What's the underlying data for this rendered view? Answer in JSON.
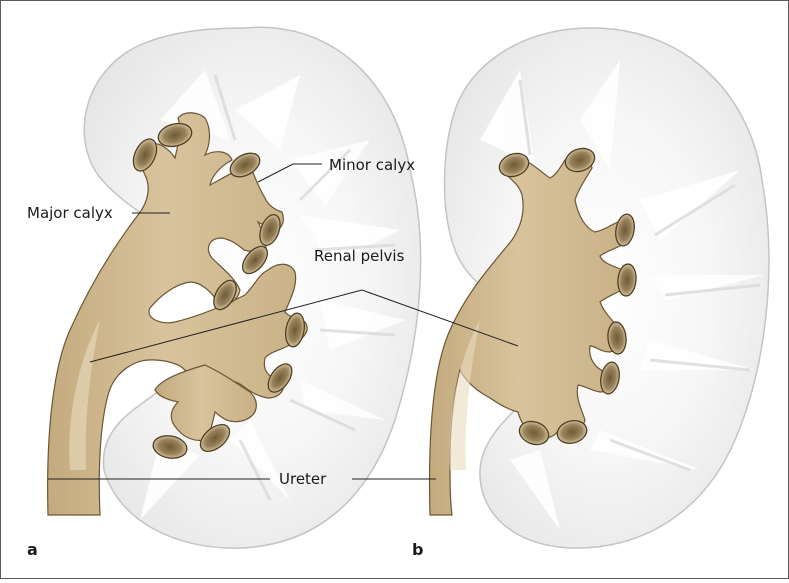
{
  "labels": {
    "minor_calyx": "Minor calyx",
    "major_calyx": "Major calyx",
    "renal_pelvis": "Renal pelvis",
    "ureter": "Ureter"
  },
  "panels": {
    "a": "a",
    "b": "b"
  },
  "colors": {
    "frame": "#5a5a5a",
    "kidney_fill": "#ededed",
    "kidney_outline": "#c4c4c4",
    "medulla": "#ffffff",
    "collecting_system": "#d3bd94",
    "collecting_outline": "#6b5636",
    "cup_inner": "#8a7550",
    "leader_line": "#222222"
  }
}
